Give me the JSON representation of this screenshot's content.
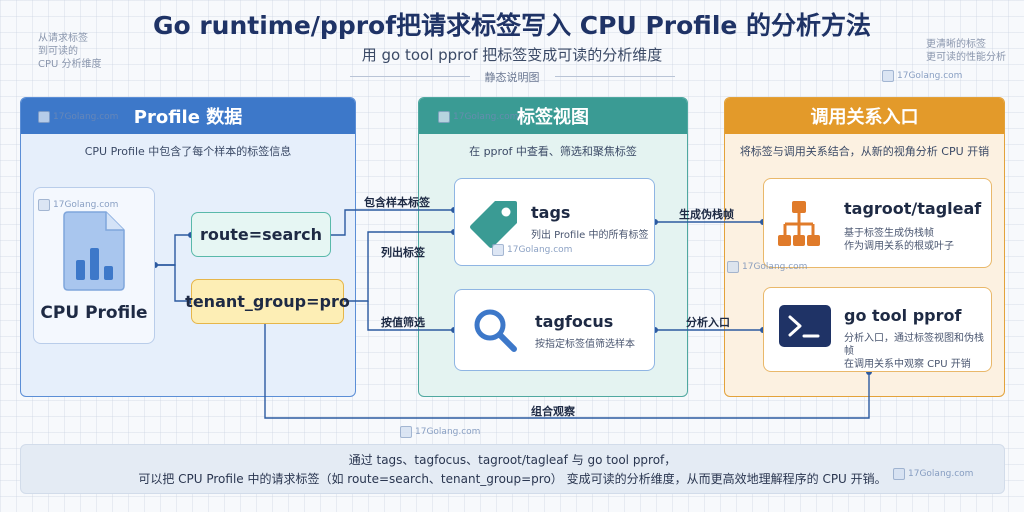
{
  "header": {
    "title": "Go runtime/pprof把请求标签写入 CPU Profile 的分析方法",
    "subtitle": "用 go tool pprof 把标签变成可读的分析维度",
    "static_label": "静态说明图"
  },
  "corner_notes": {
    "left": [
      "从请求标签",
      "到可读的",
      "CPU 分析维度"
    ],
    "right": [
      "更清晰的标签",
      "更可读的性能分析"
    ]
  },
  "watermark": "17Golang.com",
  "panels": {
    "profile": {
      "title": "Profile 数据",
      "desc": "CPU Profile 中包含了每个样本的标签信息",
      "doc_label": "CPU Profile",
      "labels": [
        "route=search",
        "tenant_group=pro"
      ]
    },
    "tagview": {
      "title": "标签视图",
      "desc": "在 pprof 中查看、筛选和聚焦标签",
      "tags_title": "tags",
      "tags_sub": "列出 Profile 中的所有标签",
      "tagfocus_title": "tagfocus",
      "tagfocus_sub": "按指定标签值筛选样本"
    },
    "callgraph": {
      "title": "调用关系入口",
      "desc": "将标签与调用关系结合，从新的视角分析 CPU 开销",
      "root_title": "tagroot/tagleaf",
      "root_sub": [
        "基于标签生成伪栈帧",
        "作为调用关系的根或叶子"
      ],
      "pprof_title": "go tool pprof",
      "pprof_sub": [
        "分析入口，通过标签视图和伪栈帧",
        "在调用关系中观察 CPU 开销"
      ]
    }
  },
  "edges": {
    "include": "包含样本标签",
    "list": "列出标签",
    "filter": "按值筛选",
    "pseudo": "生成伪栈帧",
    "entry": "分析入口",
    "combine": "组合观察"
  },
  "footer": {
    "line1": "通过 tags、tagfocus、tagroot/tagleaf 与 go tool pprof，",
    "line2": "可以把 CPU Profile 中的请求标签（如 route=search、tenant_group=pro） 变成可读的分析维度，从而更高效地理解程序的 CPU 开销。"
  },
  "colors": {
    "blue": "#3d78c9",
    "teal": "#3a9b94",
    "orange": "#e39a2a",
    "navy": "#1f3366"
  },
  "icons": [
    "document-chart-icon",
    "tag-icon",
    "search-icon",
    "hierarchy-icon",
    "terminal-icon"
  ]
}
